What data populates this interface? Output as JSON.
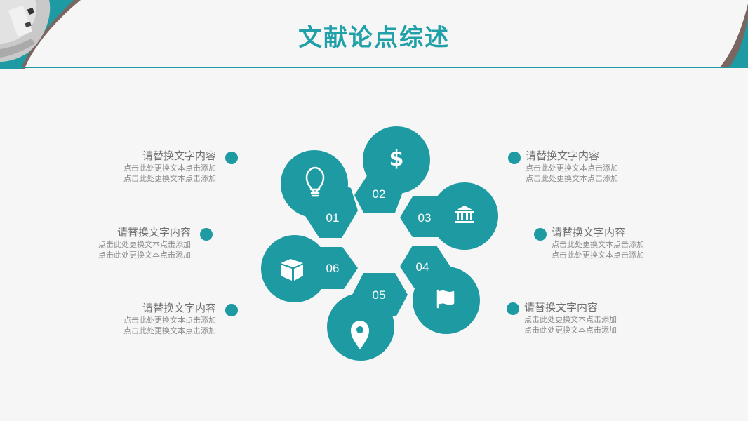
{
  "slide": {
    "title": "文献论点综述",
    "colors": {
      "accent": "#1e9aa3",
      "accent_dark": "#188d96",
      "brown": "#7a6560",
      "background": "#f6f6f6",
      "heading_text": "#6f6f6f",
      "body_text": "#8a8a8a"
    }
  },
  "petals": [
    {
      "number": "01",
      "icon": "lightbulb-icon"
    },
    {
      "number": "02",
      "icon": "dollar-icon"
    },
    {
      "number": "03",
      "icon": "bank-icon"
    },
    {
      "number": "04",
      "icon": "flag-icon"
    },
    {
      "number": "05",
      "icon": "map-pin-icon"
    },
    {
      "number": "06",
      "icon": "box-icon"
    }
  ],
  "left_items": [
    {
      "heading": "请替换文字内容",
      "lines": [
        "点击此处更换文本点击添加",
        "点击此处更换文本点击添加"
      ]
    },
    {
      "heading": "请替换文字内容",
      "lines": [
        "点击此处更换文本点击添加",
        "点击此处更换文本点击添加"
      ]
    },
    {
      "heading": "请替换文字内容",
      "lines": [
        "点击此处更换文本点击添加",
        "点击此处更换文本点击添加"
      ]
    }
  ],
  "right_items": [
    {
      "heading": "请替换文字内容",
      "lines": [
        "点击此处更换文本点击添加",
        "点击此处更换文本点击添加"
      ]
    },
    {
      "heading": "请替换文字内容",
      "lines": [
        "点击此处更换文本点击添加",
        "点击此处更换文本点击添加"
      ]
    },
    {
      "heading": "请替换文字内容",
      "lines": [
        "点击此处更换文本点击添加",
        "点击此处更换文本点击添加"
      ]
    }
  ]
}
